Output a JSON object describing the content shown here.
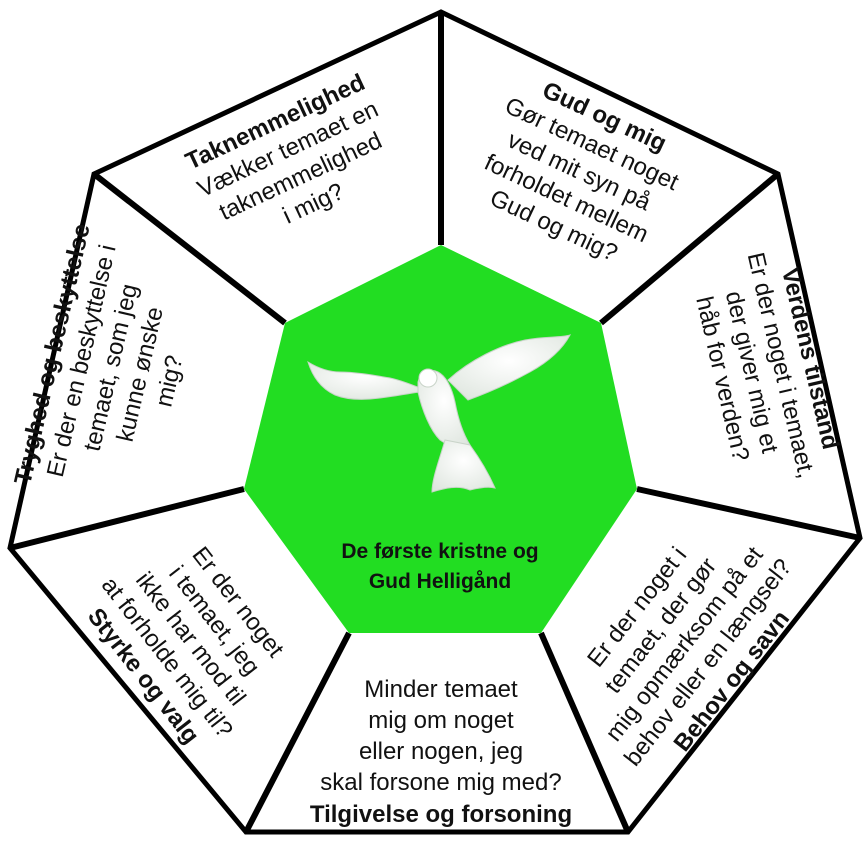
{
  "center": {
    "title_line1": "De første kristne og",
    "title_line2": "Gud Helligånd",
    "fill_color": "#22dd22",
    "image": "white-dove"
  },
  "segments": [
    {
      "id": "taknemmelighed",
      "title": "Taknemmelighed",
      "lines": [
        "Vækker temaet en",
        "taknemmelighed",
        "i mig?"
      ]
    },
    {
      "id": "gud-og-mig",
      "title": "Gud og mig",
      "lines": [
        "Gør temaet noget",
        "ved mit syn på",
        "forholdet mellem",
        "Gud og mig?"
      ]
    },
    {
      "id": "verdens-tilstand",
      "title": "Verdens tilstand",
      "lines": [
        "Er der noget i temaet,",
        "der giver mig et",
        "håb for verden?"
      ]
    },
    {
      "id": "behov-og-savn",
      "title": "Behov og savn",
      "lines": [
        "Er der noget i",
        "temaet, der gør",
        "mig opmærksom på et",
        "behov eller en længsel?"
      ]
    },
    {
      "id": "tilgivelse-og-forsoning",
      "title": "Tilgivelse og forsoning",
      "lines": [
        "Minder temaet",
        "mig om noget",
        "eller nogen, jeg",
        "skal forsone mig med?"
      ]
    },
    {
      "id": "styrke-og-valg",
      "title": "Styrke og valg",
      "lines": [
        "Er der noget",
        "i temaet, jeg",
        "ikke har mod til",
        "at forholde mig til?"
      ]
    },
    {
      "id": "tryghed-og-beskyttelse",
      "title": "Tryghed og beskyttelse",
      "lines": [
        "Er der en beskyttelse i",
        "temaet, som jeg",
        "kunne ønske",
        "mig?"
      ]
    }
  ]
}
